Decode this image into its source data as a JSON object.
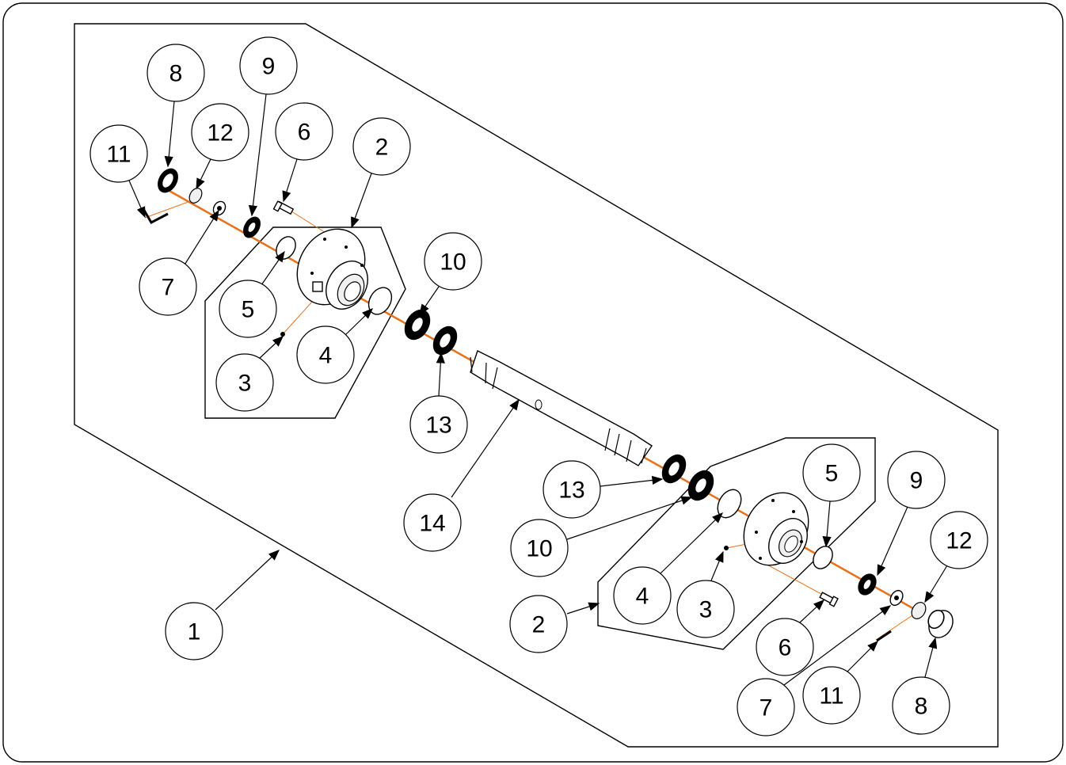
{
  "diagram": {
    "colors": {
      "axis": "#e8711a",
      "line": "#000000",
      "background": "#ffffff"
    },
    "callouts": [
      {
        "id": "c11a",
        "label": "11"
      },
      {
        "id": "c8a",
        "label": "8"
      },
      {
        "id": "c12a",
        "label": "12"
      },
      {
        "id": "c9a",
        "label": "9"
      },
      {
        "id": "c6a",
        "label": "6"
      },
      {
        "id": "c2a",
        "label": "2"
      },
      {
        "id": "c7a",
        "label": "7"
      },
      {
        "id": "c5a",
        "label": "5"
      },
      {
        "id": "c3a",
        "label": "3"
      },
      {
        "id": "c4a",
        "label": "4"
      },
      {
        "id": "c10a",
        "label": "10"
      },
      {
        "id": "c13a",
        "label": "13"
      },
      {
        "id": "c14",
        "label": "14"
      },
      {
        "id": "c1",
        "label": "1"
      },
      {
        "id": "c13b",
        "label": "13"
      },
      {
        "id": "c10b",
        "label": "10"
      },
      {
        "id": "c5b",
        "label": "5"
      },
      {
        "id": "c9b",
        "label": "9"
      },
      {
        "id": "c12b",
        "label": "12"
      },
      {
        "id": "c2b",
        "label": "2"
      },
      {
        "id": "c4b",
        "label": "4"
      },
      {
        "id": "c3b",
        "label": "3"
      },
      {
        "id": "c6b",
        "label": "6"
      },
      {
        "id": "c7b",
        "label": "7"
      },
      {
        "id": "c11b",
        "label": "11"
      },
      {
        "id": "c8b",
        "label": "8"
      }
    ]
  }
}
